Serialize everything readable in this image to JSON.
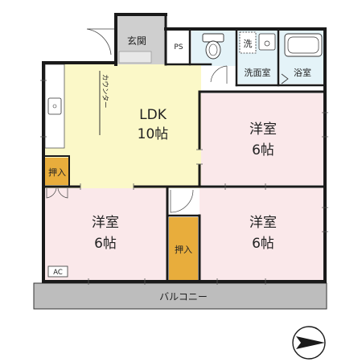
{
  "rooms": {
    "ldk": {
      "name": "LDK",
      "size": "10帖"
    },
    "western_top": {
      "name": "洋室",
      "size": "6帖"
    },
    "western_left": {
      "name": "洋室",
      "size": "6帖"
    },
    "western_right": {
      "name": "洋室",
      "size": "6帖"
    }
  },
  "labels": {
    "entrance": "玄関",
    "ps": "PS",
    "washroom": "洗面室",
    "bathroom": "浴室",
    "washer": "洗",
    "counter": "カウンター",
    "closet_left": "押入",
    "closet_center": "押入",
    "ac": "AC",
    "balcony": "バルコニー"
  },
  "icons": [
    "north-arrow-icon",
    "toilet-icon",
    "sink-icon",
    "bathtub-icon",
    "door-swing-icon"
  ],
  "colors": {
    "ldk": "#fbf8c8",
    "bedroom": "#fae8ea",
    "entrance": "#cfcfcf",
    "wet_area": "#e4f3f8",
    "closet": "#e8ad3c",
    "balcony": "#bdbdbd",
    "wall": "#1a1a1a"
  }
}
